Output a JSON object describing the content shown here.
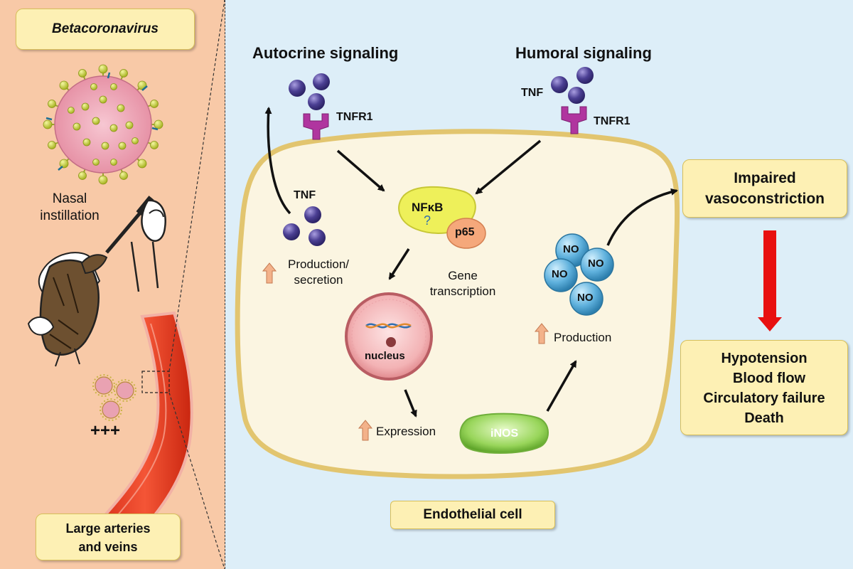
{
  "virus_label": "Betacoronavirus",
  "nasal_label_1": "Nasal",
  "nasal_label_2": "instillation",
  "plus_label": "+++",
  "vessel_label_1": "Large arteries",
  "vessel_label_2": "and veins",
  "autocrine_title": "Autocrine signaling",
  "humoral_title": "Humoral signaling",
  "tnfr1_left": "TNFR1",
  "tnfr1_right": "TNFR1",
  "tnf_humoral": "TNF",
  "tnf_autocrine": "TNF",
  "nfkb_label": "NFκB",
  "nfkb_question": "?",
  "p65_label": "p65",
  "gene_transcription_1": "Gene",
  "gene_transcription_2": "transcription",
  "nucleus_label": "nucleus",
  "production_secretion_1": "Production/",
  "production_secretion_2": "secretion",
  "expression_label": "Expression",
  "inos_label": "iNOS",
  "no_label": "NO",
  "production_label": "Production",
  "endothelial_label": "Endothelial cell",
  "impaired_1": "Impaired",
  "impaired_2": "vasoconstriction",
  "outcome_1": "Hypotension",
  "outcome_2": "Blood flow",
  "outcome_3": "Circulatory failure",
  "outcome_4": "Death",
  "colors": {
    "left_bg": "#f8c9a7",
    "right_bg": "#ddeef8",
    "cell_fill": "#fbf5e1",
    "cell_border": "#e2c56f",
    "tnf_purple": "#4b3f93",
    "receptor_magenta": "#b0359f",
    "nfkb_yellow": "#eef05a",
    "p65_orange": "#f5a87b",
    "no_blue": "#5fb1dd",
    "inos_green": "#98d55a",
    "red_arrow": "#e81010",
    "up_arrow": "#f3b28a"
  }
}
